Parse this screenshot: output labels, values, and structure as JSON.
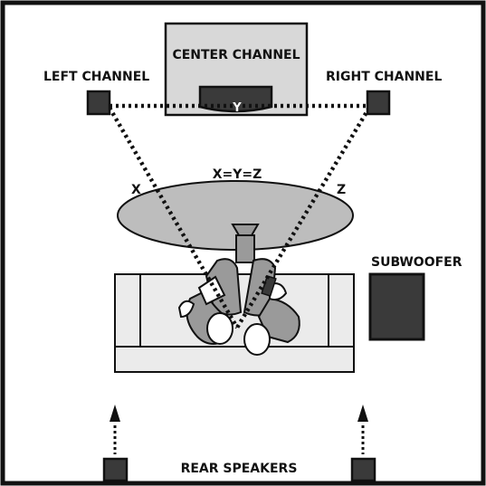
{
  "labels": {
    "center_channel": "CENTER CHANNEL",
    "left_channel": "LEFT CHANNEL",
    "right_channel": "RIGHT CHANNEL",
    "subwoofer": "SUBWOOFER",
    "rear_speakers": "REAR SPEAKERS",
    "equation": "X=Y=Z",
    "x": "X",
    "y": "Y",
    "z": "Z"
  },
  "colors": {
    "outline": "#111111",
    "speaker_fill": "#3a3a3a",
    "center_box_fill": "#d8d8d8",
    "ellipse_fill": "#bdbdbd",
    "sofa_fill": "#ebebeb",
    "person_fill": "#9a9a9a",
    "background": "#ffffff"
  }
}
